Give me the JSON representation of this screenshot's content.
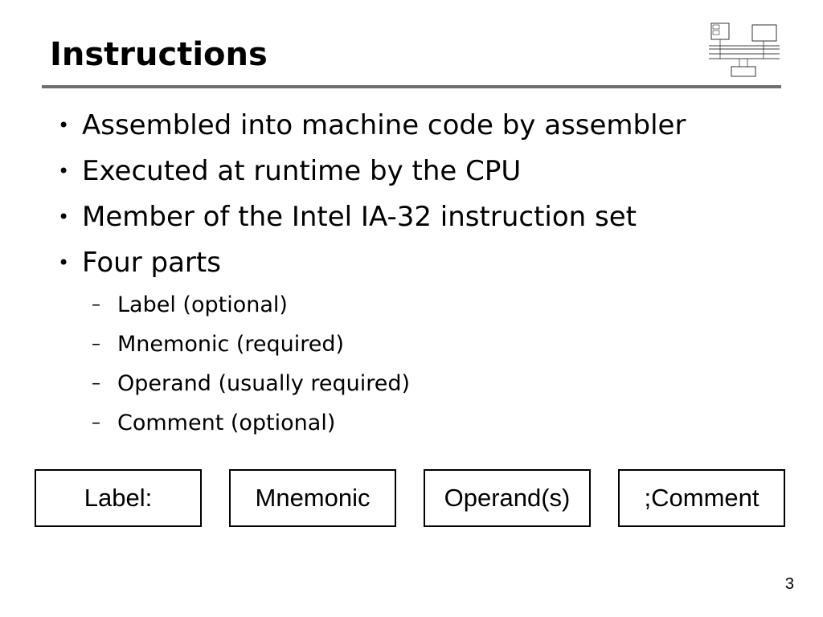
{
  "slide": {
    "title": "Instructions",
    "bullets": [
      "Assembled into machine code by assembler",
      "Executed at runtime by the CPU",
      "Member of the Intel IA-32 instruction set",
      "Four parts"
    ],
    "sub_bullets": [
      "Label (optional)",
      "Mnemonic (required)",
      "Operand (usually required)",
      "Comment (optional)"
    ],
    "parts_boxes": [
      "Label:",
      "Mnemonic",
      "Operand(s)",
      ";Comment"
    ],
    "page_number": "3",
    "logo_icon": "computer-architecture-diagram-icon"
  }
}
